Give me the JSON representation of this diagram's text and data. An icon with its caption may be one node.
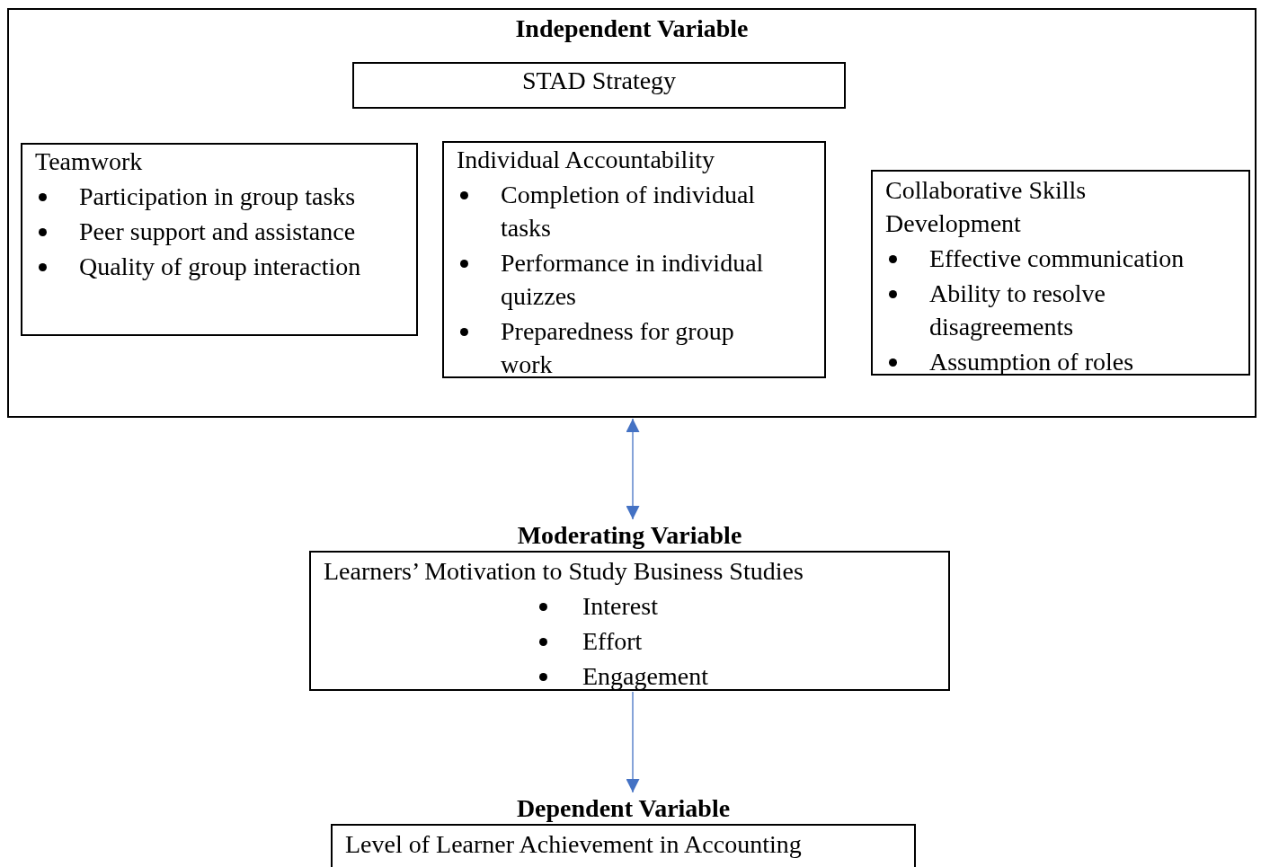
{
  "diagram": {
    "nodes": [
      {
        "text": [
          "Independent Variable"
        ]
      },
      {
        "text": [
          "STAD Strategy"
        ],
        "in": 0
      },
      {
        "text": [
          "Teamwork",
          "Participation in group tasks",
          "Peer support and assistance",
          "Quality of group interaction"
        ],
        "in": 0
      },
      {
        "text": [
          "Individual Accountability",
          "Completion of individual tasks",
          "Performance in individual quizzes",
          "Preparedness for group work"
        ],
        "in": 0
      },
      {
        "text": [
          "Collaborative Skills Development",
          "Effective communication",
          "Ability to resolve disagreements",
          "Assumption of roles"
        ],
        "in": 0
      },
      {
        "text": [
          "Moderating Variable",
          "Learners’ Motivation to Study Business Studies",
          "Interest",
          "Effort",
          "Engagement"
        ]
      },
      {
        "text": [
          "Dependent Variable",
          "Level of Learner Achievement in Accounting"
        ]
      }
    ],
    "edges": [
      {
        "from": 0,
        "to": 5,
        "arrow": "both"
      },
      {
        "from": 5,
        "to": 6,
        "arrow": "to"
      }
    ]
  }
}
